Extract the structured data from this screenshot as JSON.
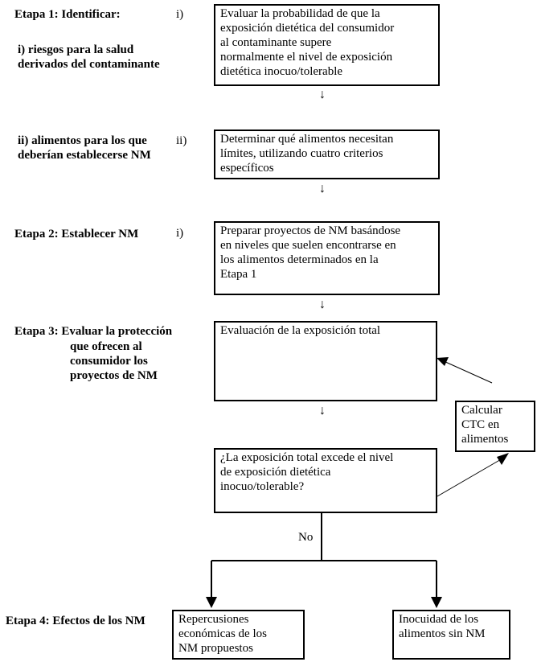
{
  "stage1": {
    "heading": "Etapa 1: Identificar:",
    "sub_i": "i) riesgos para la salud\nderivados del contaminante",
    "sub_ii": "ii) alimentos para los que\ndeberían establecerse NM",
    "marker_i": "i)",
    "marker_ii": "ii)"
  },
  "stage2": {
    "heading": "Etapa 2: Establecer NM",
    "marker_i": "i)"
  },
  "stage3": {
    "heading": "Etapa 3: Evaluar la protección",
    "heading_cont": "que ofrecen al\nconsumidor los\nproyectos de NM"
  },
  "stage4": {
    "heading": "Etapa 4: Efectos de los NM"
  },
  "boxes": {
    "evaluate_probability": "Evaluar la probabilidad de que la\nexposición dietética del consumidor\nal contaminante supere\nnormalmente el nivel de exposición\ndietética inocuo/tolerable",
    "determine_foods": "Determinar qué alimentos necesitan\nlímites, utilizando cuatro criterios\nespecíficos",
    "prepare_drafts": "Preparar proyectos de NM basándose\nen niveles que suelen encontrarse en\nlos alimentos determinados en la\nEtapa 1",
    "total_exposure": "Evaluación de la exposición total",
    "calc_ctc": "Calcular\nCTC en\nalimentos",
    "question": "¿La exposición total excede el nivel\nde exposición dietética\ninocuo/tolerable?",
    "economic": "Repercusiones\neconómicas de los\nNM propuestos",
    "safety": "Inocuidad de los\nalimentos sin NM"
  },
  "labels": {
    "no": "No",
    "down_arrow": "↓"
  }
}
